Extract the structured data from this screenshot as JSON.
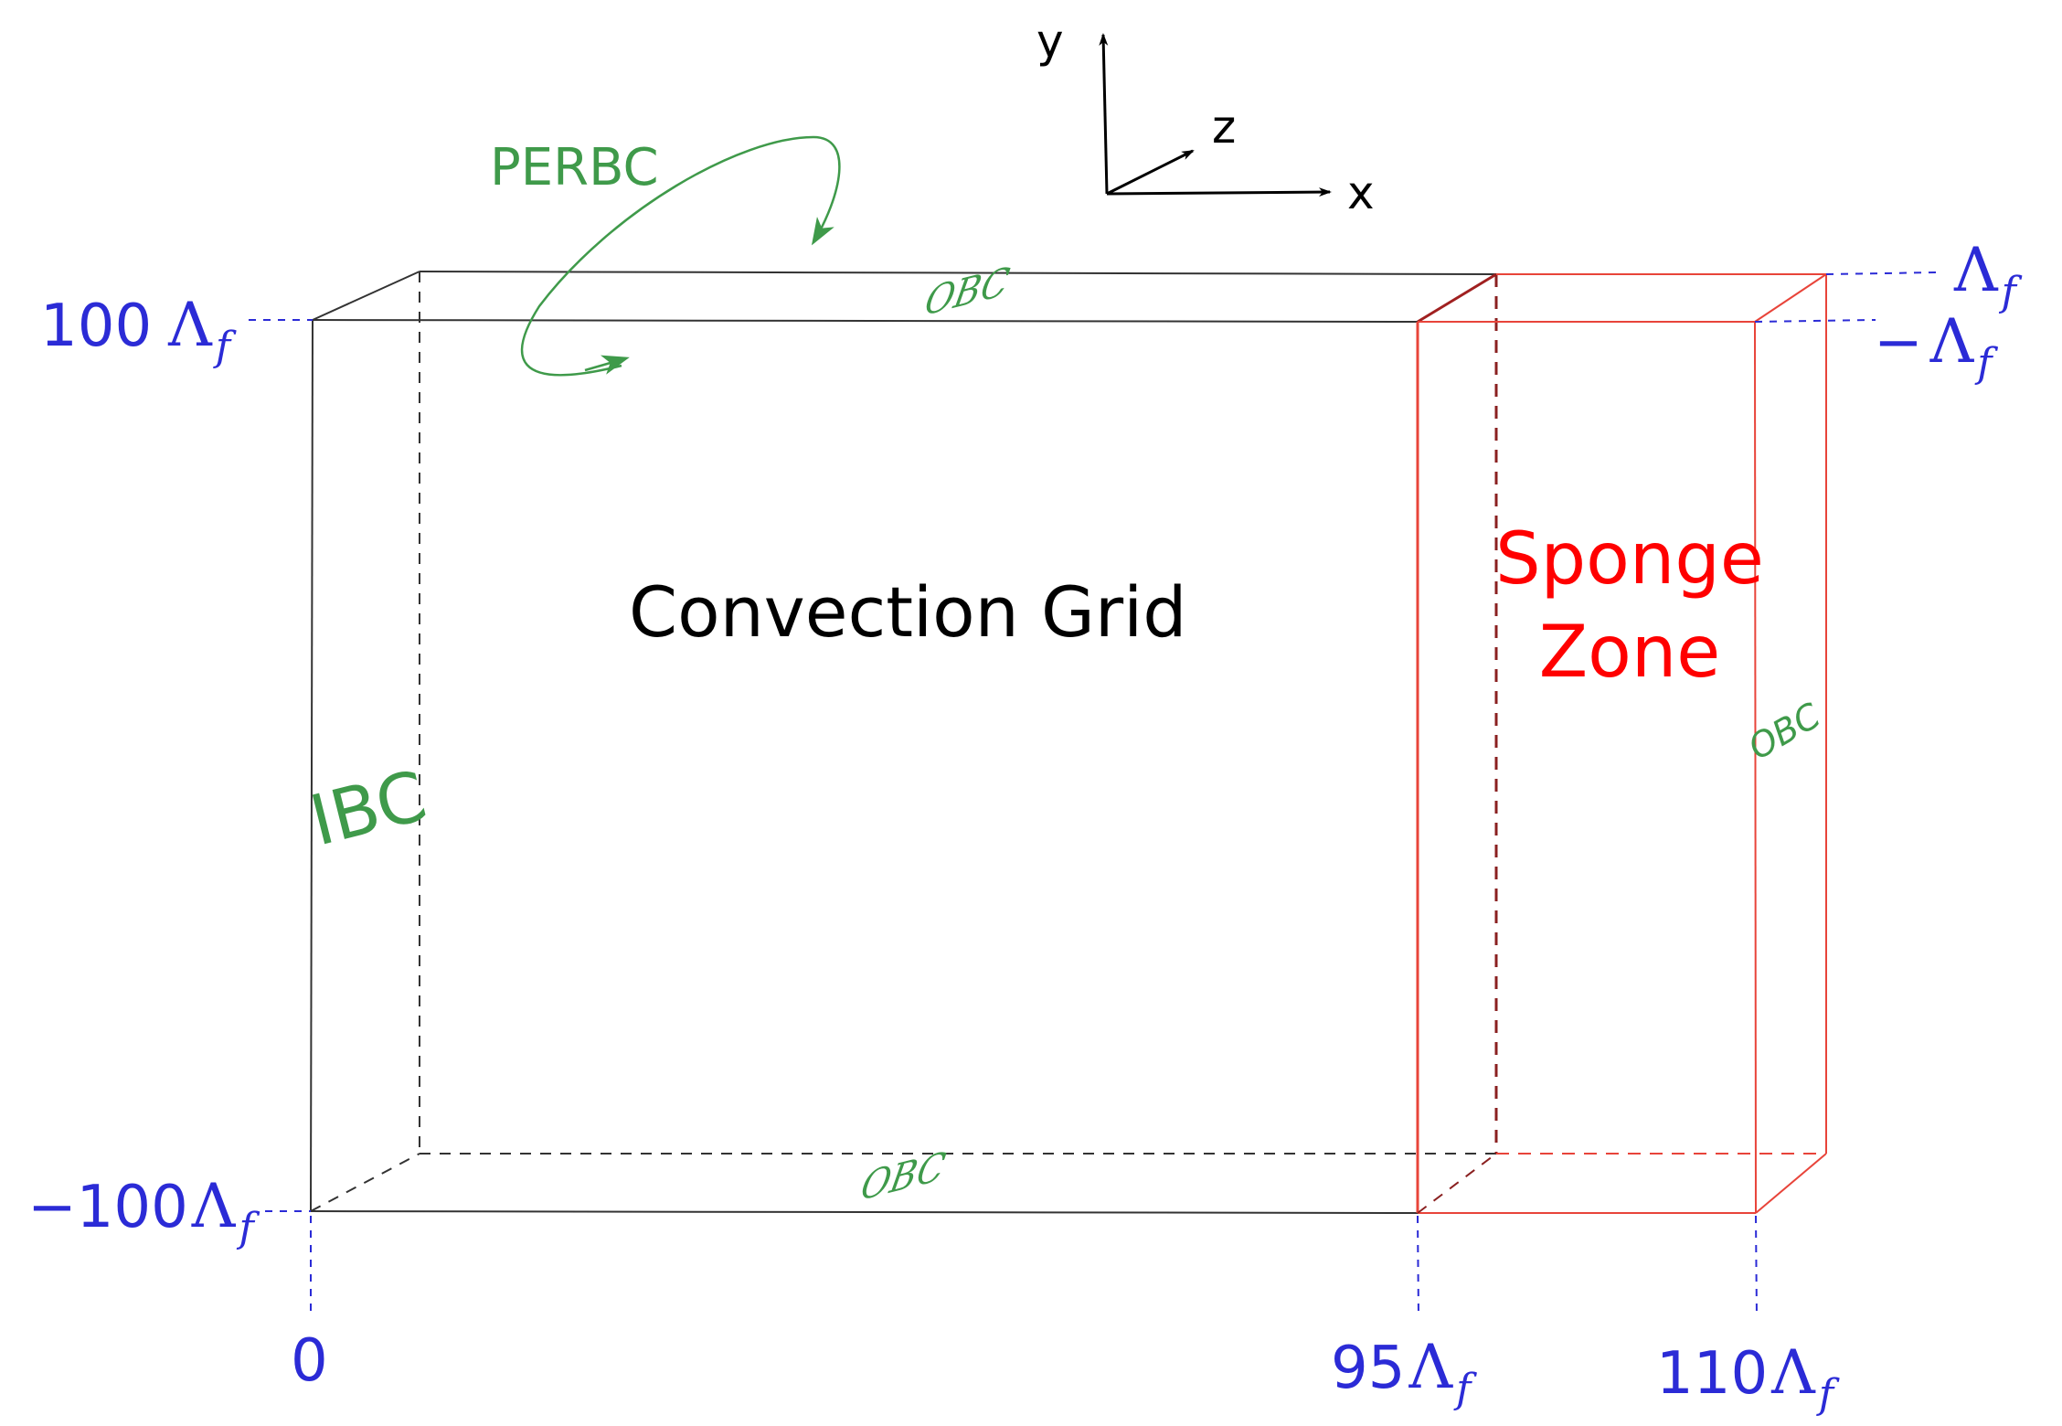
{
  "axes": {
    "y": "y",
    "z": "z",
    "x": "x"
  },
  "boundary_conditions": {
    "periodic": "PERBC",
    "inflow": "IBC",
    "outflow_top": "OBC",
    "outflow_bottom": "OBC",
    "outflow_right": "OBC"
  },
  "regions": {
    "convection_grid": "Convection Grid",
    "sponge_zone_line1": "Sponge",
    "sponge_zone_line2": "Zone"
  },
  "labels": {
    "y_top": {
      "value": "100",
      "symbol": "Λ",
      "subscript": "f"
    },
    "y_bottom": {
      "value": "−100",
      "symbol": "Λ",
      "subscript": "f"
    },
    "z_front": {
      "value": "",
      "symbol": "Λ",
      "subscript": "f"
    },
    "z_back": {
      "value": "−",
      "symbol": "Λ",
      "subscript": "f"
    },
    "x_origin": "0",
    "x_sponge_start": {
      "value": "95",
      "symbol": "Λ",
      "subscript": "f"
    },
    "x_end": {
      "value": "110",
      "symbol": "Λ",
      "subscript": "f"
    }
  },
  "colors": {
    "grid_box": "#333333",
    "sponge_box": "#e8443a",
    "sponge_text": "#ff0000",
    "bc_text": "#3f9a4a",
    "dimension_labels": "#2b2bd6",
    "axes": "#000000"
  }
}
